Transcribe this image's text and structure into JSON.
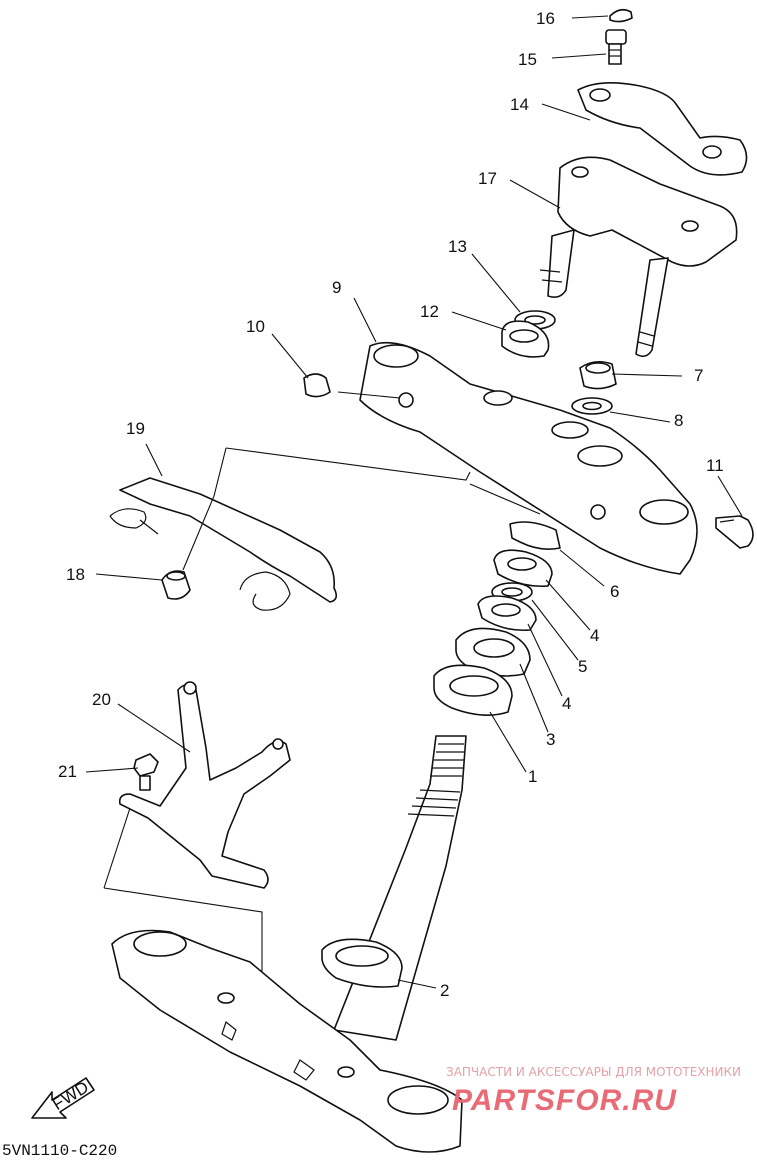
{
  "diagram_code": "5VN1110-C220",
  "fwd_label": "FWD",
  "watermark": {
    "line1": "ЗАПЧАСТИ И АКСЕССУАРЫ ДЛЯ МОТОТЕХНИКИ",
    "line2": "PARTSFOR.RU"
  },
  "callouts": [
    "16",
    "15",
    "14",
    "17",
    "13",
    "12",
    "9",
    "10",
    "7",
    "8",
    "11",
    "19",
    "18",
    "6",
    "4",
    "5",
    "4",
    "3",
    "1",
    "20",
    "21",
    "2"
  ]
}
